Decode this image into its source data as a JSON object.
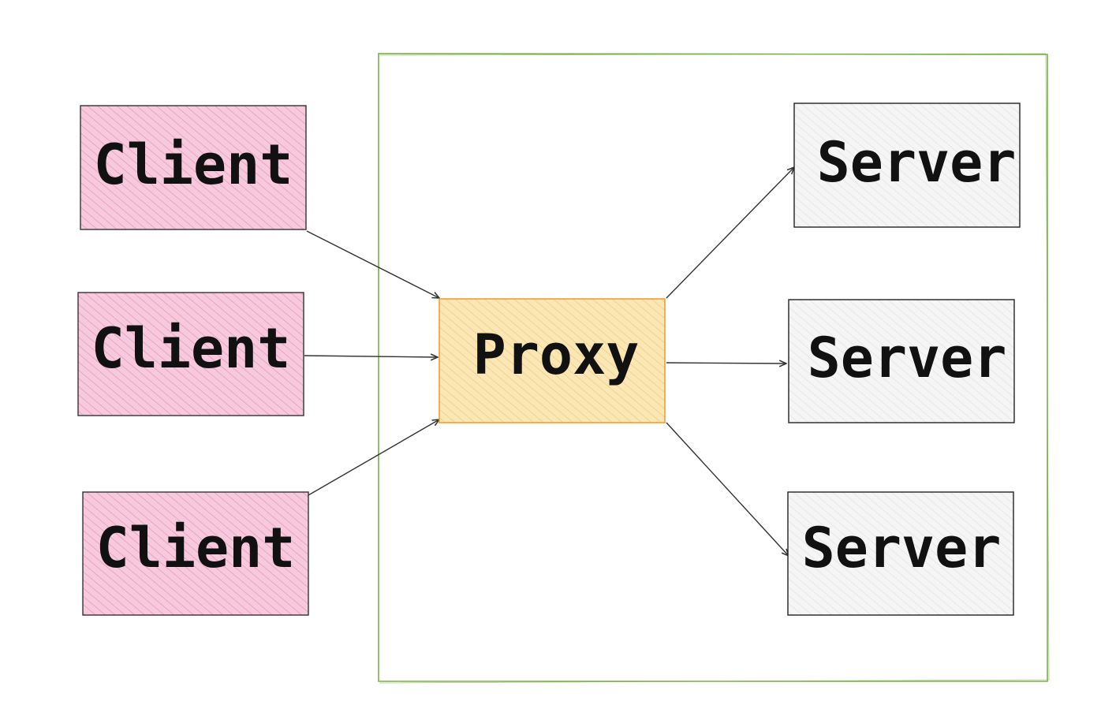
{
  "diagram": {
    "clients": [
      {
        "label": "Client"
      },
      {
        "label": "Client"
      },
      {
        "label": "Client"
      }
    ],
    "proxy": {
      "label": "Proxy"
    },
    "servers": [
      {
        "label": "Server"
      },
      {
        "label": "Server"
      },
      {
        "label": "Server"
      }
    ]
  },
  "colors": {
    "client_fill": "#f2b8d0",
    "client_stroke": "#333333",
    "proxy_fill": "#f7dfa0",
    "proxy_stroke": "#f0a030",
    "server_fill": "#e8e8e8",
    "server_stroke": "#222222",
    "boundary_stroke": "#7ab04a",
    "arrow": "#333333",
    "text": "#111111"
  }
}
